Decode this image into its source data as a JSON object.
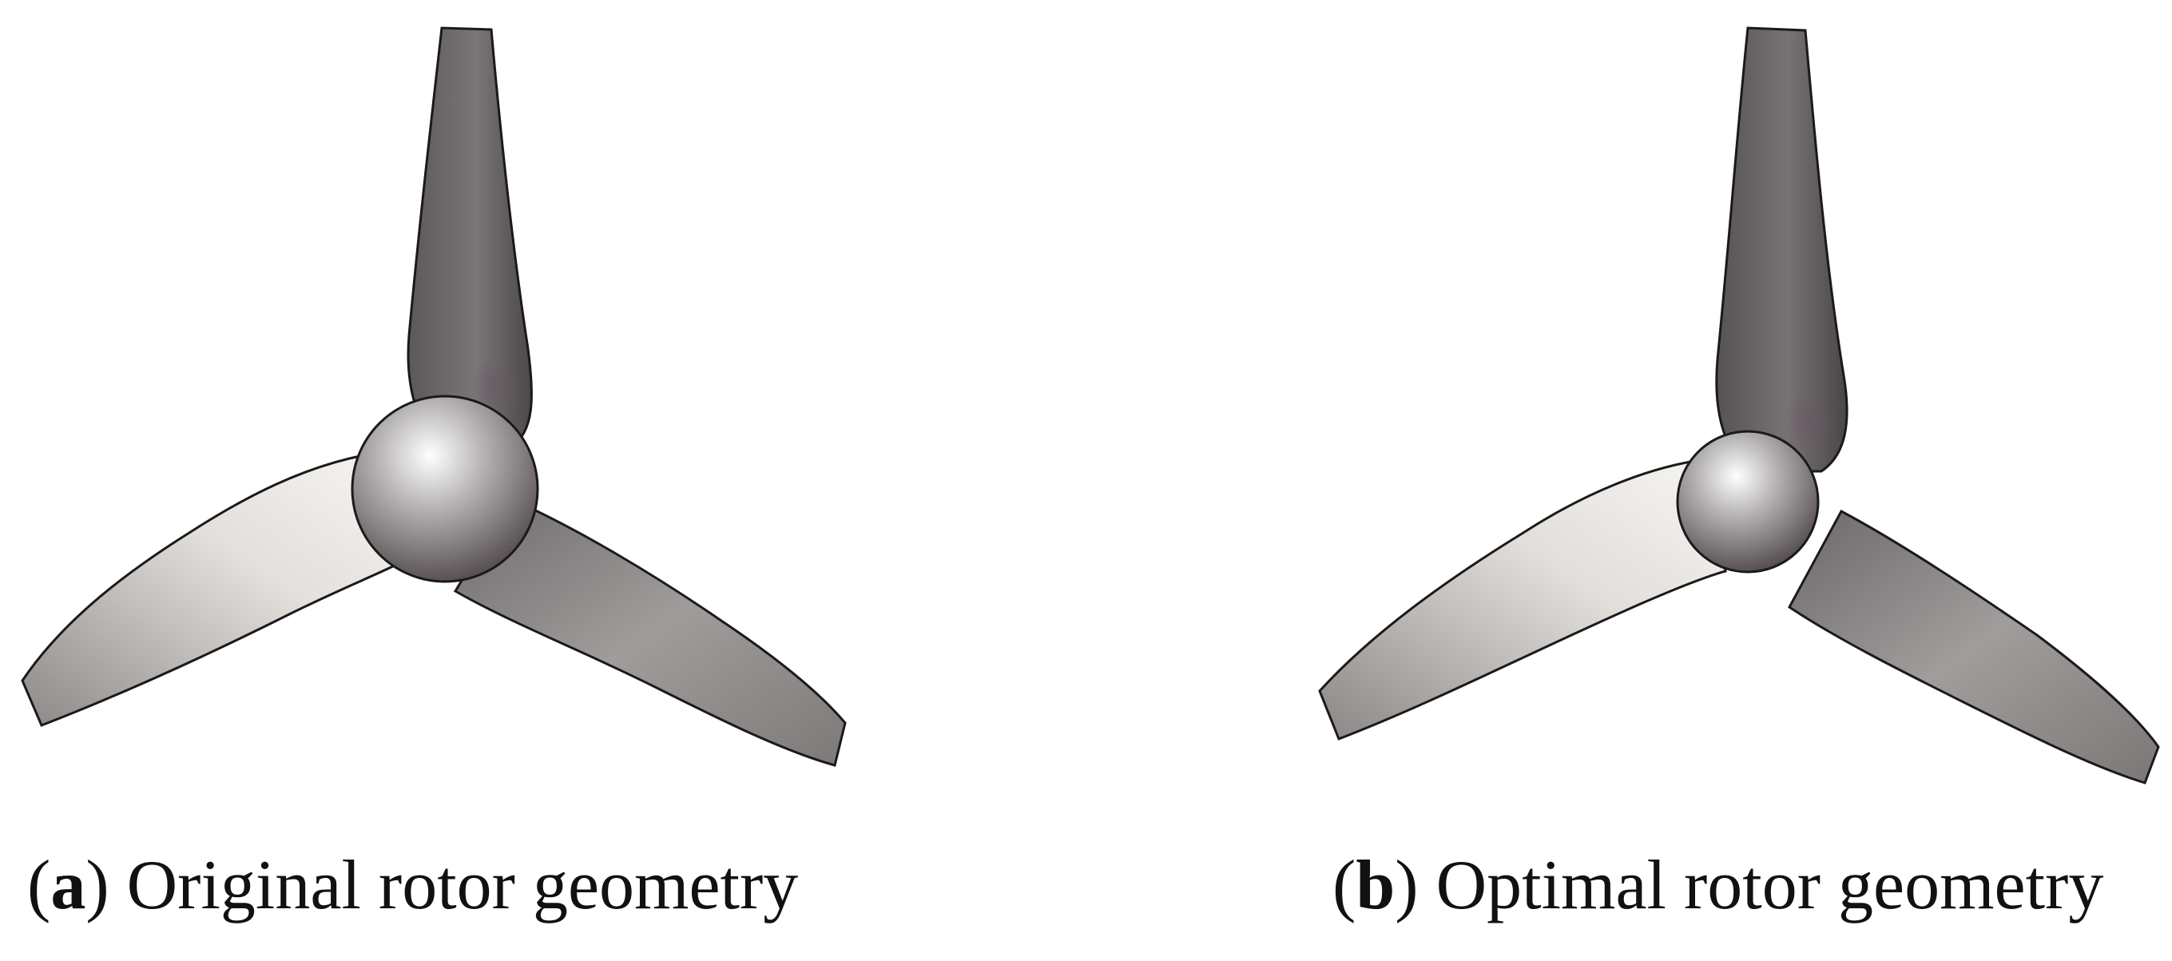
{
  "panels": [
    {
      "id": "a",
      "letter": "a",
      "caption": "Original rotor geometry"
    },
    {
      "id": "b",
      "letter": "b",
      "caption": "Optimal rotor geometry"
    }
  ],
  "colors": {
    "blade_dark": "#5f5b5c",
    "blade_mid": "#8a8687",
    "blade_light": "#f1efec",
    "hub_light": "#f2f2f2",
    "hub_dark": "#4e4a4b",
    "tint": "#6b5566",
    "outline": "#1a1a1a"
  }
}
